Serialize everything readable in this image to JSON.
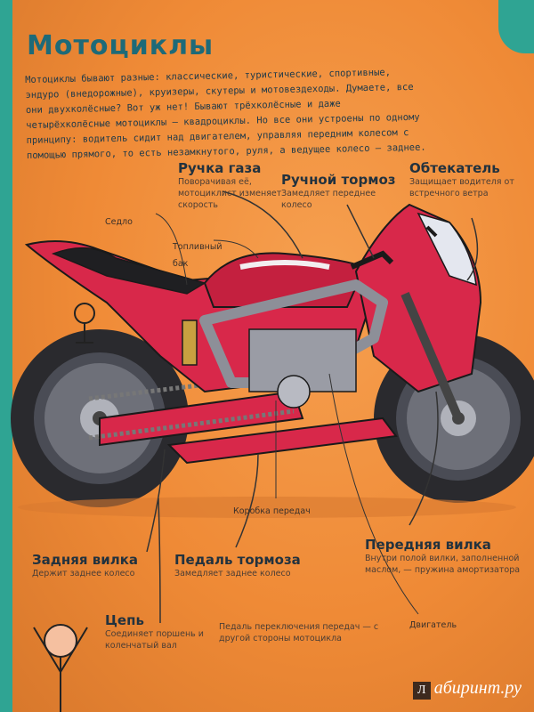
{
  "title": "Мотоциклы",
  "intro": "Мотоциклы бывают разные: классические, туристические, спортивные, эндуро (внедорожные), круизеры, скутеры и мотовездеходы. Думаете, все они двухколёсные? Вот уж нет! Бывают трёхколёсные и даже четырёхколёсные мотоциклы — квадроциклы. Но все они устроены по одному принципу: водитель сидит над двигателем, управляя передним колесом с помощью прямого, то есть незамкнутого, руля, а ведущее колесо — заднее.",
  "labels": {
    "throttle": {
      "title": "Ручка газа",
      "desc": "Поворачивая её, мотоциклист изменяет скорость"
    },
    "hand_brake": {
      "title": "Ручной тормоз",
      "desc": "Замедляет переднее колесо"
    },
    "fairing": {
      "title": "Обтекатель",
      "desc": "Защищает водителя от встречного ветра"
    },
    "seat": "Седло",
    "fuel_tank": "Топливный бак",
    "gearbox": "Коробка передач",
    "rear_fork": {
      "title": "Задняя вилка",
      "desc": "Держит заднее колесо"
    },
    "brake_pedal": {
      "title": "Педаль тормоза",
      "desc": "Замедляет заднее колесо"
    },
    "front_fork": {
      "title": "Передняя вилка",
      "desc": "Внутри полой вилки, заполненной маслом, — пружина амортизатора"
    },
    "chain": {
      "title": "Цепь",
      "desc": "Соединяет поршень и коленчатый вал"
    },
    "gear_pedal": "Педаль переключения передач — с другой стороны мотоцикла",
    "engine": "Двигатель"
  },
  "watermark": {
    "badge": "Л",
    "text": "абиринт.ру"
  },
  "colors": {
    "page": "#f08c3a",
    "title": "#1e6a78",
    "bike_red": "#d8284a",
    "frame": "#8d8f98",
    "edge": "#2fa493"
  }
}
